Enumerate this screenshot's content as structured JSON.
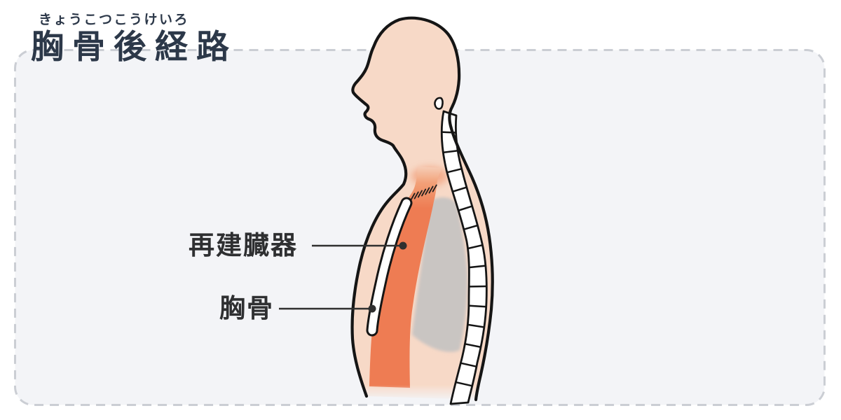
{
  "title": {
    "furigana": "きょうこつこうけいろ",
    "text": "胸骨後経路"
  },
  "labels": {
    "organ": "再建臓器",
    "sternum": "胸骨"
  },
  "figure": {
    "vertebrae_count": 15
  },
  "colors": {
    "panel_bg": "#f3f4f7",
    "panel_border": "#cbced4",
    "title_text": "#2c3849",
    "label_text": "#2e2f31",
    "leader_line": "#2f2f2f",
    "skin": "#f7d9c7",
    "outline": "#151515",
    "organ_orange": "#ee7c53",
    "chest_gray": "#c9c5c2",
    "spine_white": "#ffffff"
  }
}
